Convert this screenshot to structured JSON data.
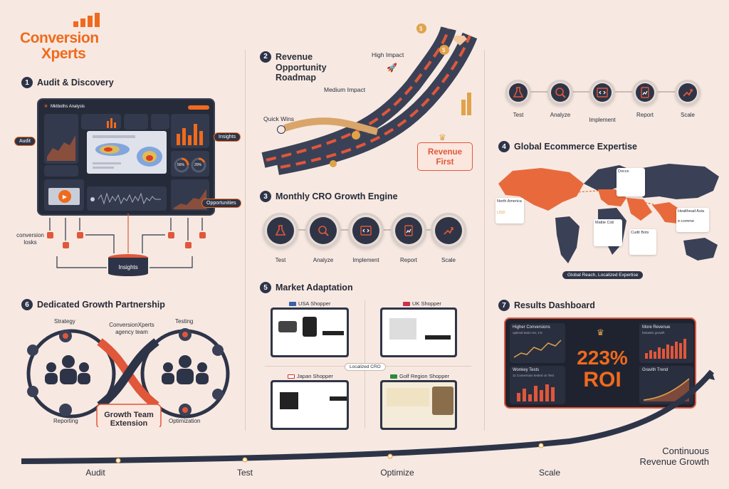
{
  "brand": {
    "line1": "Conversion",
    "line2": "Xperts",
    "color": "#f06a1d"
  },
  "sections": {
    "audit": {
      "num": "1",
      "title": "Audit & Discovery",
      "app_title": "Mktboths Analysis",
      "callouts": {
        "audit": "Audit",
        "insights": "Insights",
        "opportunities": "Opportunities"
      },
      "losses": "conversion losks",
      "store": "Insights",
      "gauge_a": "56%",
      "gauge_b": "20%"
    },
    "roadmap": {
      "num": "2",
      "title_l1": "Revenue",
      "title_l2": "Opportunity",
      "title_l3": "Roadmap",
      "high": "High Impact",
      "medium": "Medium Impact",
      "quick": "Quick Wins",
      "badge_l1": "Revenue",
      "badge_l2": "First"
    },
    "engine": {
      "num": "3",
      "title": "Monthly CRO Growth Engine",
      "steps": [
        "Test",
        "Analyze",
        "Implement",
        "Report",
        "Scale"
      ]
    },
    "top_flow": {
      "steps": [
        "Test",
        "Analyze",
        "Implement",
        "Report",
        "Scale"
      ]
    },
    "global": {
      "num": "4",
      "title": "Global Ecommerce Expertise",
      "regions": {
        "na": "North America",
        "na_sub": "USD",
        "europe": "Docce",
        "middle": "Mattie Cidi",
        "gulf": "Cudit Bots",
        "asia": "Healthead Asia",
        "asia_sub": "e-comme"
      },
      "footer": "Global Reach, Localized Expertise"
    },
    "market": {
      "num": "5",
      "title": "Market Adaptation",
      "shops": [
        "USA Shopper",
        "UK Shopper",
        "Japan Shopper",
        "Golf Region Shopper"
      ],
      "center": "Localized CRO"
    },
    "partnership": {
      "num": "6",
      "title": "Dedicated Growth Partnership",
      "strategy": "Strategy",
      "testing": "Testing",
      "reporting": "Reporting",
      "optimization": "Optimization",
      "team_l1": "ConversionXperts",
      "team_l2": "agency team",
      "ext_l1": "Growth Team",
      "ext_l2": "Extension"
    },
    "results": {
      "num": "7",
      "title": "Results Dashboard",
      "roi_pct": "223%",
      "roi_label": "ROI",
      "panels": {
        "conv": "Higher Conversions",
        "conv_sub": "optimal team rev, 1%",
        "tests": "Wonkey Tests",
        "tests_sub": "11 Conversion tested on Test",
        "rev": "More Revenue",
        "rev_sub": "fantastic growth",
        "trend": "Gravith Trend"
      }
    }
  },
  "timeline": {
    "stages": [
      "Audit",
      "Test",
      "Optimize",
      "Scale"
    ],
    "caption_l1": "Continuous",
    "caption_l2": "Revenue Growth"
  }
}
